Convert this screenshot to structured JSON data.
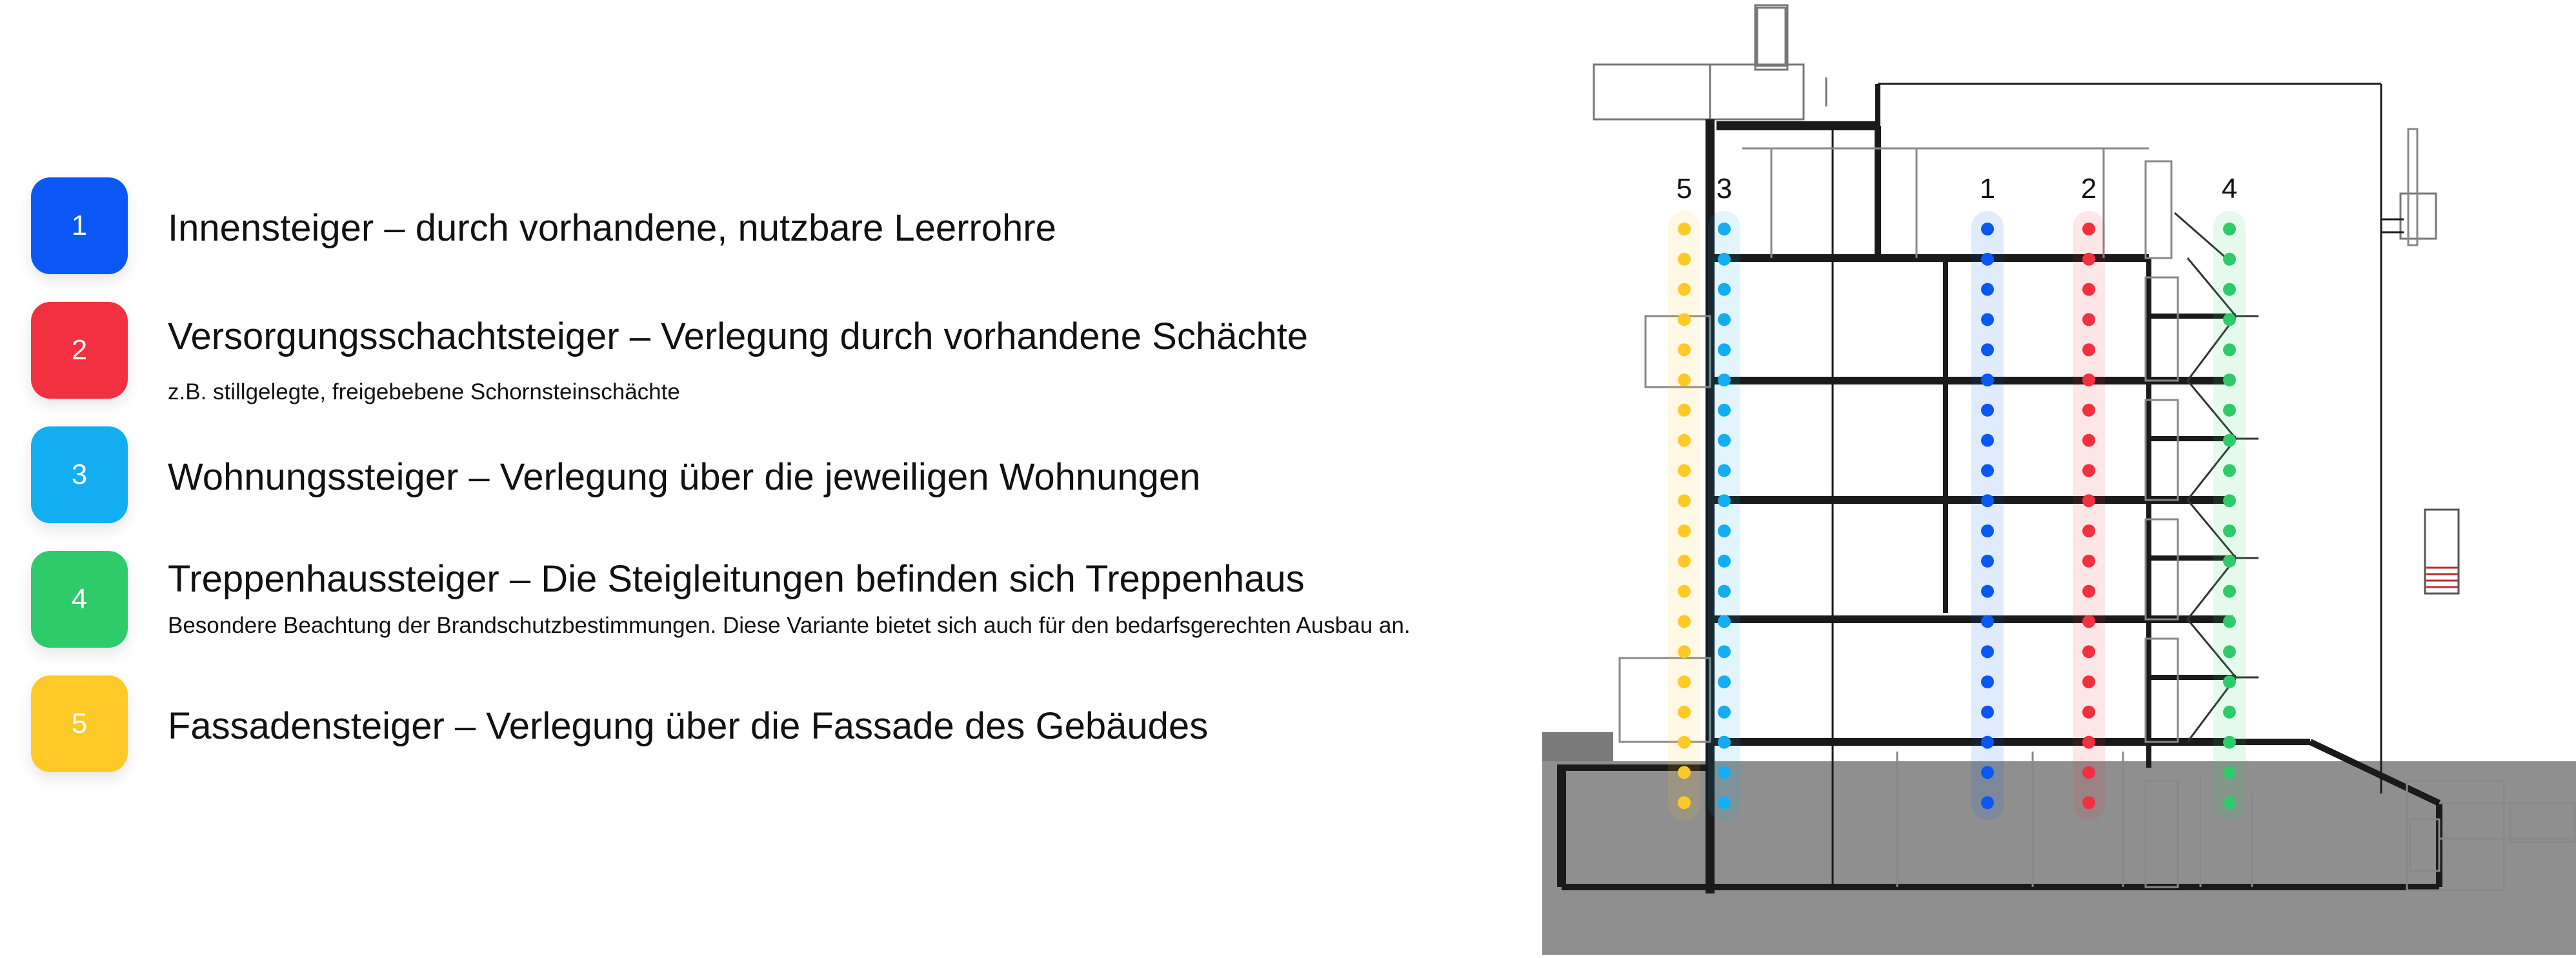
{
  "legend": {
    "items": [
      {
        "number": "1",
        "title": "Innensteiger – durch vorhandene, nutzbare Leerrohre",
        "subtitle": "",
        "color": "#0A57F5"
      },
      {
        "number": "2",
        "title": "Versorgungsschachtsteiger – Verlegung durch vorhandene Schächte",
        "subtitle": "z.B. stillgelegte, freigebebene Schornsteinschächte",
        "color": "#F2303F"
      },
      {
        "number": "3",
        "title": "Wohnungssteiger – Verlegung über die jeweiligen Wohnungen",
        "subtitle": "",
        "color": "#12AEF1"
      },
      {
        "number": "4",
        "title": "Treppenhaussteiger – Die Steigleitungen befinden sich Treppenhaus",
        "subtitle": "Besondere Beachtung der Brandschutzbestimmungen. Diese Variante bietet sich auch für den bedarfsgerechten Ausbau an.",
        "color": "#2FCB6A"
      },
      {
        "number": "5",
        "title": "Fassadensteiger – Verlegung über die Fassade des Gebäudes",
        "subtitle": "",
        "color": "#FFC928"
      }
    ]
  },
  "diagram": {
    "risers": [
      {
        "number": "5",
        "color": "#FFC928"
      },
      {
        "number": "3",
        "color": "#12AEF1"
      },
      {
        "number": "1",
        "color": "#0A57F5"
      },
      {
        "number": "2",
        "color": "#F2303F"
      },
      {
        "number": "4",
        "color": "#2FCB6A"
      }
    ]
  }
}
